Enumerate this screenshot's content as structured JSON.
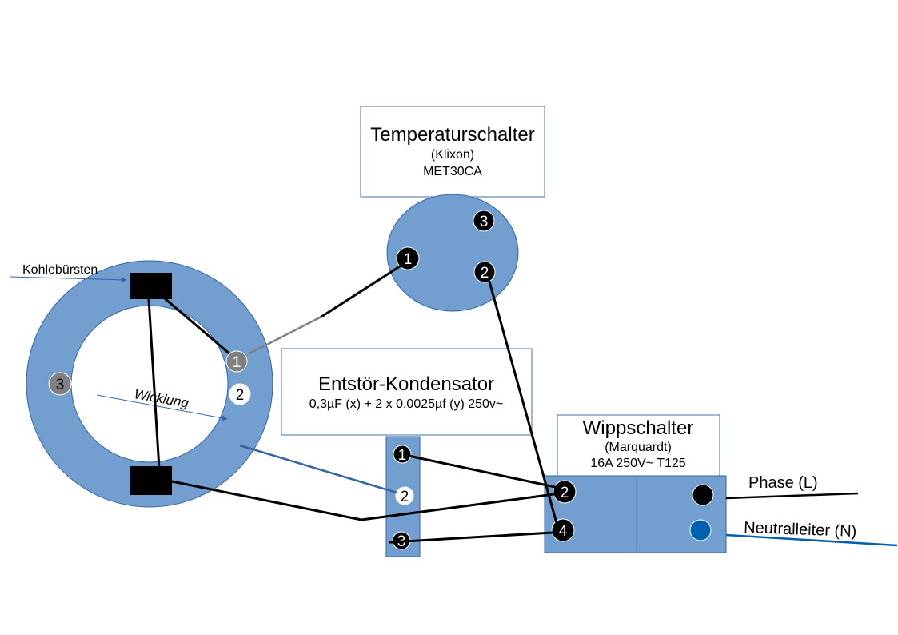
{
  "motor": {
    "brushes_label": "Kohlebürsten",
    "winding_label": "Wicklung",
    "terminals": [
      "1",
      "2",
      "3"
    ]
  },
  "temperature_switch": {
    "title": "Temperaturschalter",
    "subtitle": "(Klixon)",
    "model": "MET30CA",
    "terminals": [
      "1",
      "2",
      "3"
    ]
  },
  "capacitor": {
    "title": "Entstör-Kondensator",
    "spec": "0,3µF (x) + 2 x 0,0025µf (y) 250v~",
    "terminals": [
      "1",
      "2",
      "3"
    ]
  },
  "rocker_switch": {
    "title": "Wippschalter",
    "subtitle": "(Marquardt)",
    "rating": "16A 250V~ T125",
    "terminals": [
      "2",
      "4"
    ]
  },
  "mains": {
    "phase_label": "Phase (L)",
    "neutral_label": "Neutralleiter (N)"
  },
  "colors": {
    "component_fill": "#729fcf",
    "component_stroke": "#3465a4",
    "neutral_wire": "#0060b0",
    "motor_wire": "#3465a4",
    "phase_wire": "#000000"
  }
}
